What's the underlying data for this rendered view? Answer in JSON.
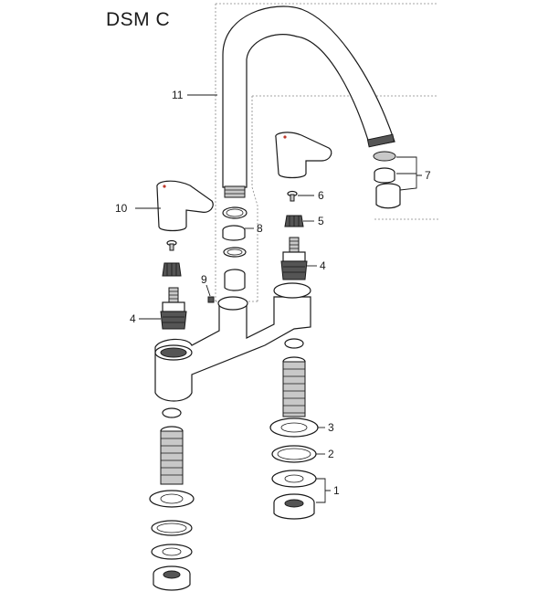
{
  "title": "DSM C",
  "callouts": {
    "c1": "1",
    "c2": "2",
    "c3": "3",
    "c4a": "4",
    "c4b": "4",
    "c5": "5",
    "c6": "6",
    "c7": "7",
    "c8": "8",
    "c9": "9",
    "c10": "10",
    "c11": "11"
  },
  "colors": {
    "line": "#1a1a1a",
    "shade": "#c8c8c8",
    "accent": "#c0392b"
  }
}
